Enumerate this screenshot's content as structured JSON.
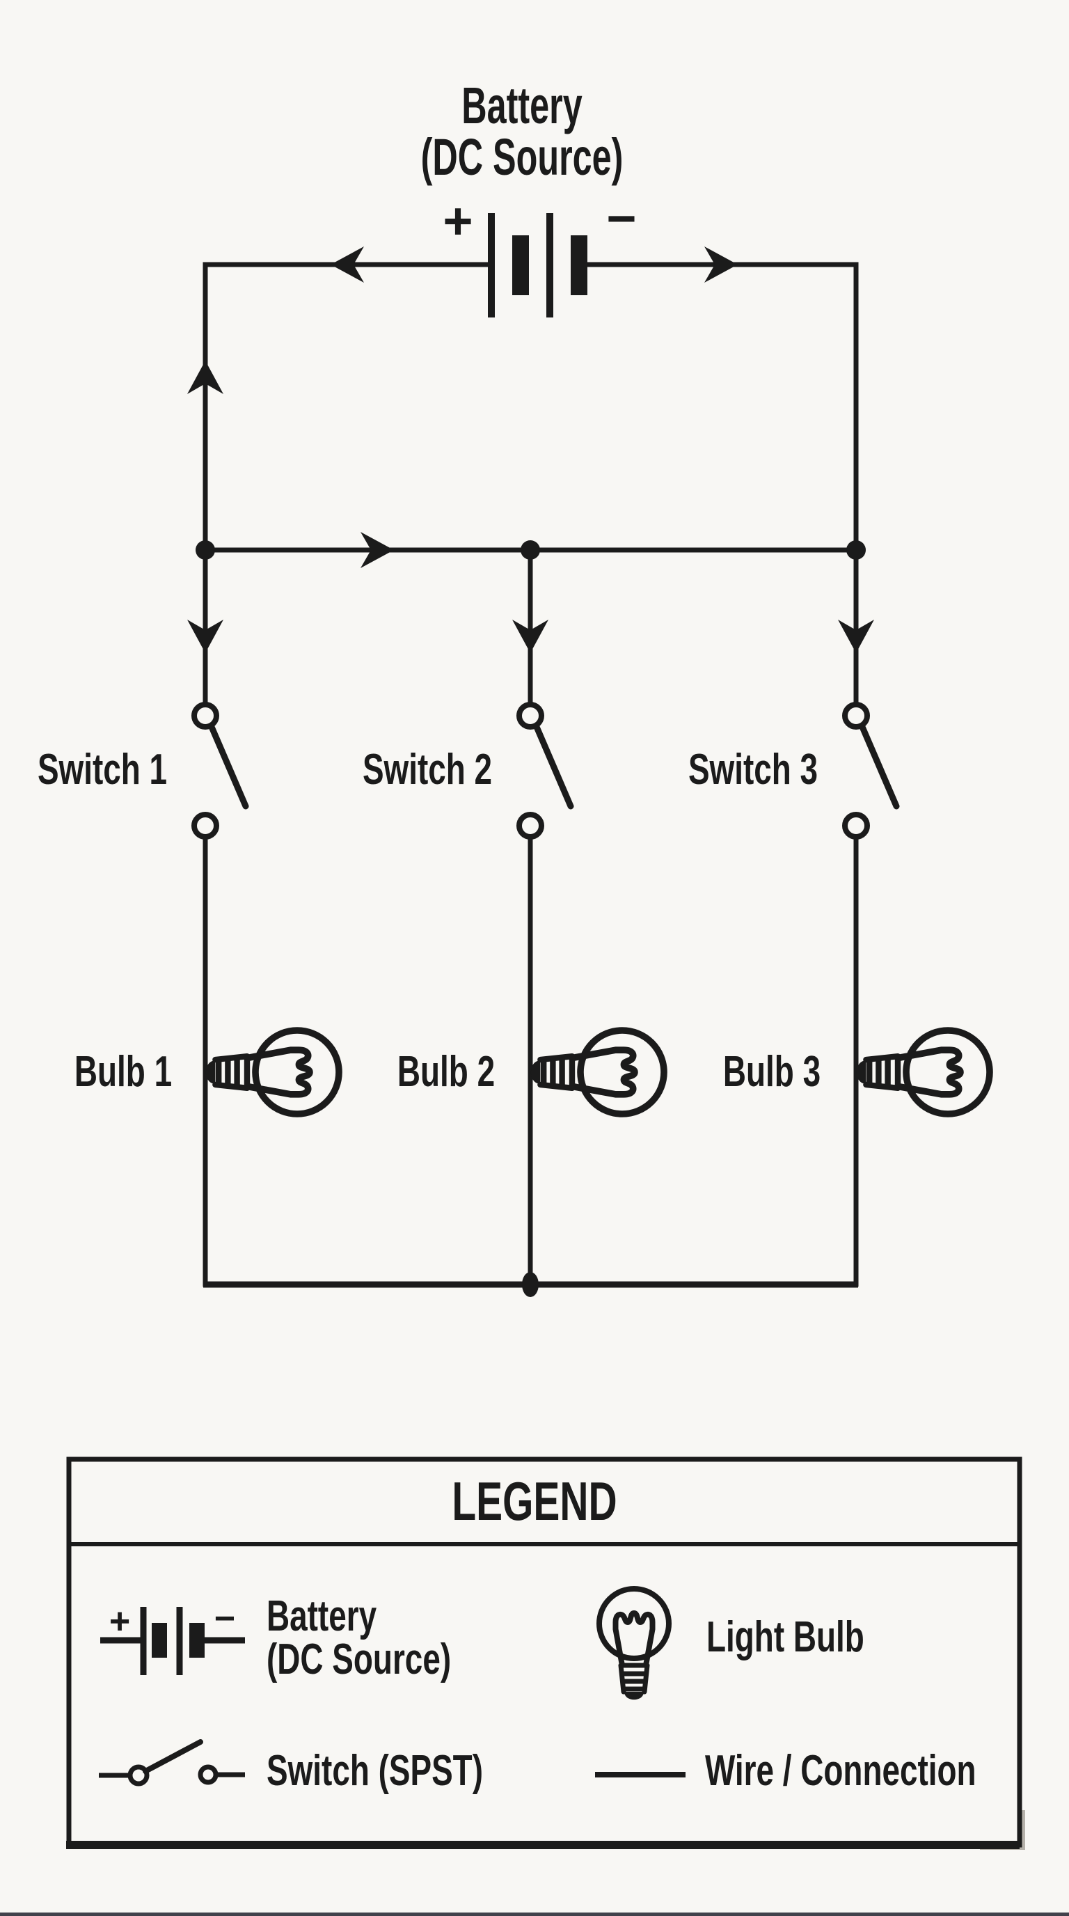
{
  "page": {
    "background": "#f8f7f4",
    "ink": "#1b1b1b"
  },
  "diagram": {
    "title_line1": "Battery",
    "title_line2": "(DC Source)",
    "battery": {
      "plus": "+",
      "minus": "−"
    },
    "switches": [
      {
        "label": "Switch 1"
      },
      {
        "label": "Switch 2"
      },
      {
        "label": "Switch 3"
      }
    ],
    "bulbs": [
      {
        "label": "Bulb 1"
      },
      {
        "label": "Bulb 2"
      },
      {
        "label": "Bulb 3"
      }
    ]
  },
  "legend": {
    "title": "LEGEND",
    "battery": {
      "plus": "+",
      "minus": "−",
      "label_line1": "Battery",
      "label_line2": "(DC Source)"
    },
    "light_bulb": {
      "label": "Light Bulb"
    },
    "switch": {
      "label": "Switch (SPST)"
    },
    "wire": {
      "label": "Wire / Connection"
    }
  }
}
